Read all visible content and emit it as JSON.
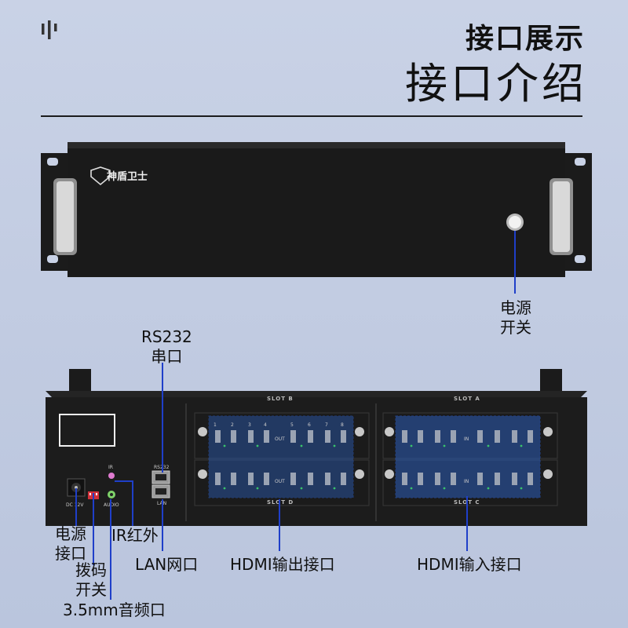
{
  "heading": {
    "title": "接口展示",
    "subtitle": "接口介绍"
  },
  "front_panel": {
    "logo_text": "神盾卫士"
  },
  "callouts": {
    "power_switch": [
      "电源",
      "开关"
    ],
    "rs232": [
      "RS232",
      "串口"
    ],
    "power_port": [
      "电源",
      "接口"
    ],
    "dip_switch": [
      "拨码",
      "开关"
    ],
    "audio": "3.5mm音频口",
    "ir": "IR红外",
    "lan": "LAN网口",
    "hdmi_out": "HDMI输出接口",
    "hdmi_in": "HDMI输入接口"
  },
  "rear_panel": {
    "slot_b": "SLOT B",
    "slot_a": "SLOT A",
    "slot_d": "SLOT D",
    "slot_c": "SLOT C",
    "dc_label": "DC 12V",
    "audio_label": "AUDIO",
    "ir_label": "IR",
    "rs232_label": "RS232",
    "lan_label": "LAN",
    "out_label": "OUT",
    "in_label": "IN",
    "port_numbers": [
      "1",
      "2",
      "3",
      "4",
      "5",
      "6",
      "7",
      "8"
    ]
  },
  "colors": {
    "callout_line": "#1f3fc9",
    "chassis": "#1a1a1a",
    "highlight": "#3a78d8"
  }
}
